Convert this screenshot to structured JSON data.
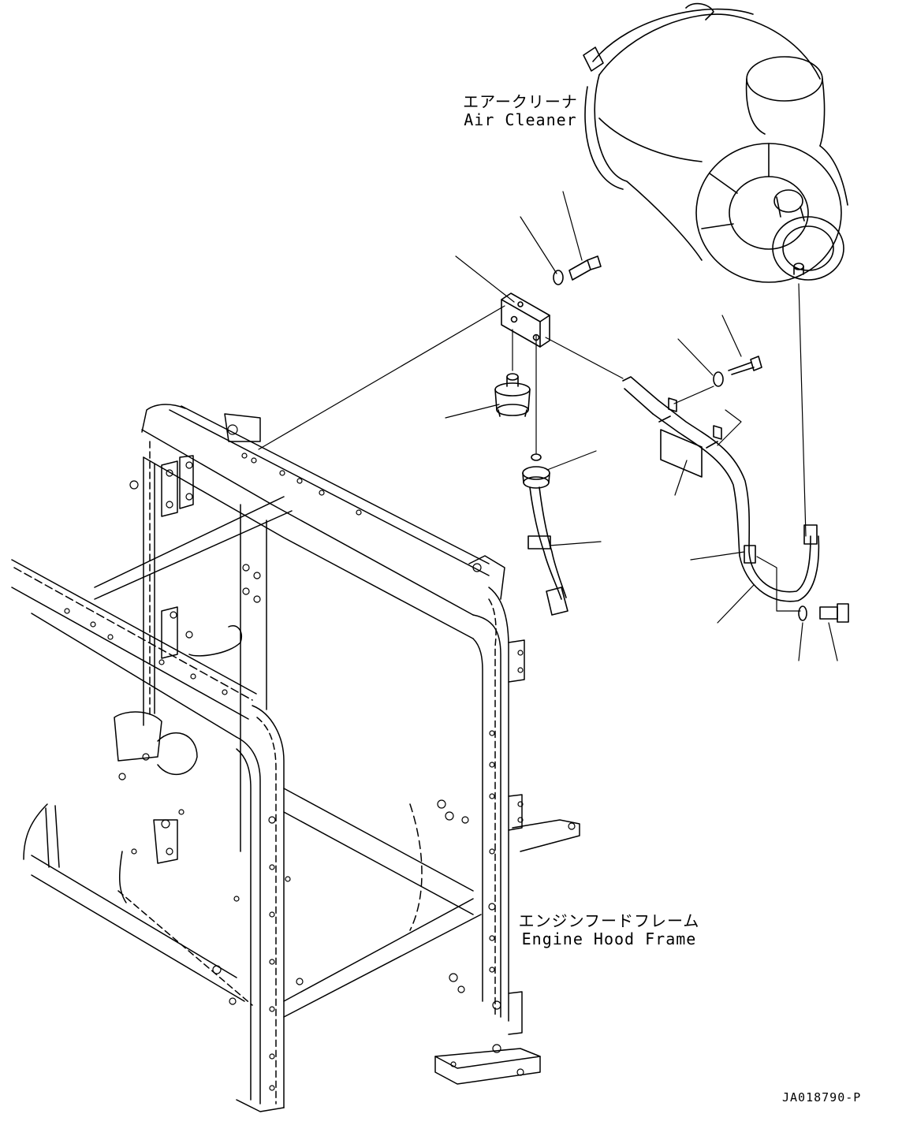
{
  "labels": {
    "air_cleaner": {
      "jp": "エアークリーナ",
      "en": "Air Cleaner"
    },
    "engine_hood_frame": {
      "jp": "エンジンフードフレーム",
      "en": "Engine Hood Frame"
    }
  },
  "document_id": "JA018790-P",
  "colors": {
    "line": "#000000",
    "background": "#ffffff"
  }
}
